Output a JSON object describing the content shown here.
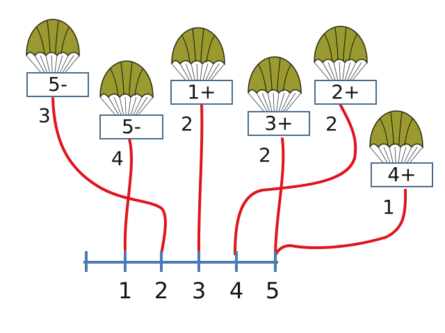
{
  "number_line": {
    "labels": [
      "1",
      "2",
      "3",
      "4",
      "5"
    ],
    "line_color": "#4a7ab5"
  },
  "parachutes": [
    {
      "id": "p1",
      "line1": "5-",
      "line2": "3"
    },
    {
      "id": "p2",
      "line1": "5-",
      "line2": "4"
    },
    {
      "id": "p3",
      "line1": "1+",
      "line2": "2"
    },
    {
      "id": "p4",
      "line1": "3+",
      "line2": "2"
    },
    {
      "id": "p5",
      "line1": "2+",
      "line2": "2"
    },
    {
      "id": "p6",
      "line1": "4+",
      "line2": "1"
    }
  ],
  "colors": {
    "canopy": "#8c8c2a",
    "string": "#e0141b",
    "box_border": "#4a6b8f"
  }
}
